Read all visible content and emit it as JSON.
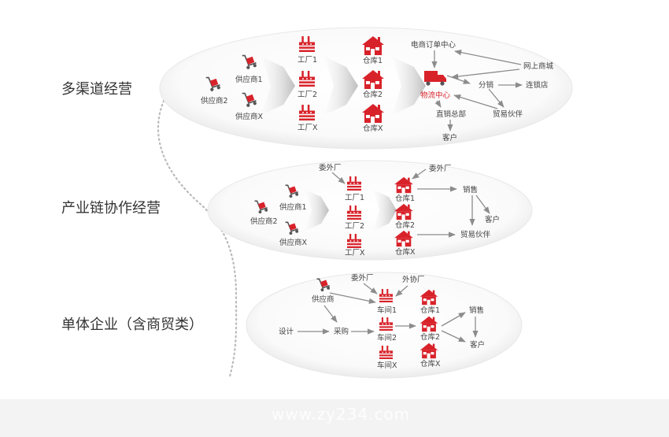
{
  "colors": {
    "accent_red": "#d8222a",
    "arrow_gray": "#8c8c8c",
    "text": "#333333"
  },
  "tiers": {
    "multichannel": {
      "title": "多渠道经营",
      "supplier_1": "供应商1",
      "supplier_2": "供应商2",
      "supplier_x": "供应商X",
      "factory_1": "工厂1",
      "factory_2": "工厂2",
      "factory_x": "工厂X",
      "warehouse_1": "仓库1",
      "warehouse_2": "仓库2",
      "warehouse_x": "仓库X",
      "ecommerce_center": "电商订单中心",
      "logistics_center": "物流中心",
      "online_mall": "网上商城",
      "distribution": "分销",
      "chain_store": "连锁店",
      "direct_sales_hq": "直销总部",
      "trade_partner": "贸易伙伴",
      "customer": "客户"
    },
    "supply_chain": {
      "title": "产业链协作经营",
      "outsource_factory_1": "委外厂",
      "outsource_factory_2": "委外厂",
      "supplier_1": "供应商1",
      "supplier_2": "供应商2",
      "supplier_x": "供应商X",
      "factory_1": "工厂1",
      "factory_2": "工厂2",
      "factory_x": "工厂X",
      "warehouse_1": "仓库1",
      "warehouse_2": "仓库2",
      "warehouse_x": "仓库X",
      "sales": "销售",
      "customer": "客户",
      "trade_partner": "贸易伙伴"
    },
    "single": {
      "title": "单体企业（含商贸类）",
      "supplier": "供应商",
      "outsource_factory": "委外厂",
      "assist_factory": "外协厂",
      "design": "设计",
      "purchase": "采购",
      "workshop_1": "车间1",
      "workshop_2": "车间2",
      "workshop_x": "车间X",
      "warehouse_1": "仓库1",
      "warehouse_2": "仓库2",
      "warehouse_x": "仓库X",
      "sales": "销售",
      "customer": "客户"
    }
  },
  "watermark": "www.zy234.com"
}
